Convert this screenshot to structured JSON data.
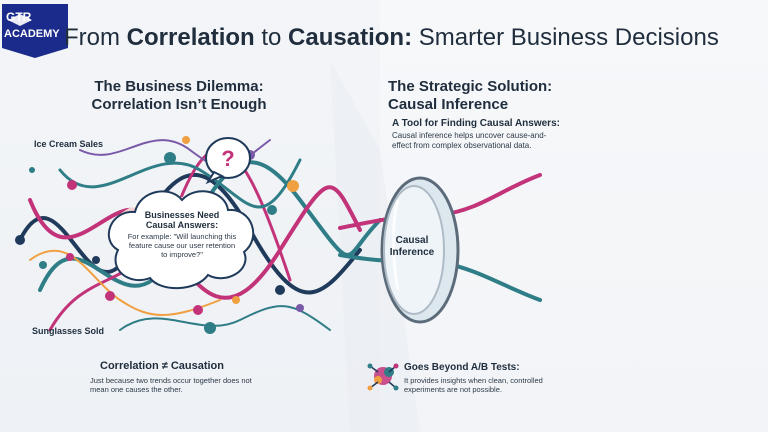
{
  "logo": {
    "line1": "GTR",
    "line2": "ACADEMY",
    "color": "#1b2b8c"
  },
  "title": {
    "part1": "From ",
    "bold1": "Correlation",
    "part2": " to ",
    "bold2": "Causation:",
    "part3": " Smarter Business Decisions"
  },
  "left": {
    "heading_line1": "The Business Dilemma:",
    "heading_line2": "Correlation Isn’t Enough",
    "label_top": "Ice Cream Sales",
    "label_bottom": "Sunglasses Sold",
    "cloud_title": "Businesses Need Causal Answers:",
    "cloud_text": "For example: \"Will launching this feature cause our user retention to improve?\"",
    "footer_title": "Correlation ≠ Causation",
    "footer_text": "Just because two trends occur together does not mean one causes the other."
  },
  "right": {
    "heading_line1": "The Strategic Solution:",
    "heading_line2": "Causal Inference",
    "sub_title": "A Tool for Finding Causal Answers:",
    "sub_text": "Causal inference helps uncover cause-and-effect from complex observational data.",
    "lens_label": "Causal Inference",
    "footer_title": "Goes Beyond A/B Tests:",
    "footer_text": "It provides insights when clean, controlled experiments are not possible."
  },
  "colors": {
    "magenta": "#c2337a",
    "teal": "#2f7d86",
    "navy": "#1f3a5a",
    "orange": "#f0a040",
    "purple": "#7a5aa8"
  },
  "icons": {
    "question": "question-bubble-icon",
    "brain": "brain-network-icon",
    "lens": "lens-icon"
  }
}
